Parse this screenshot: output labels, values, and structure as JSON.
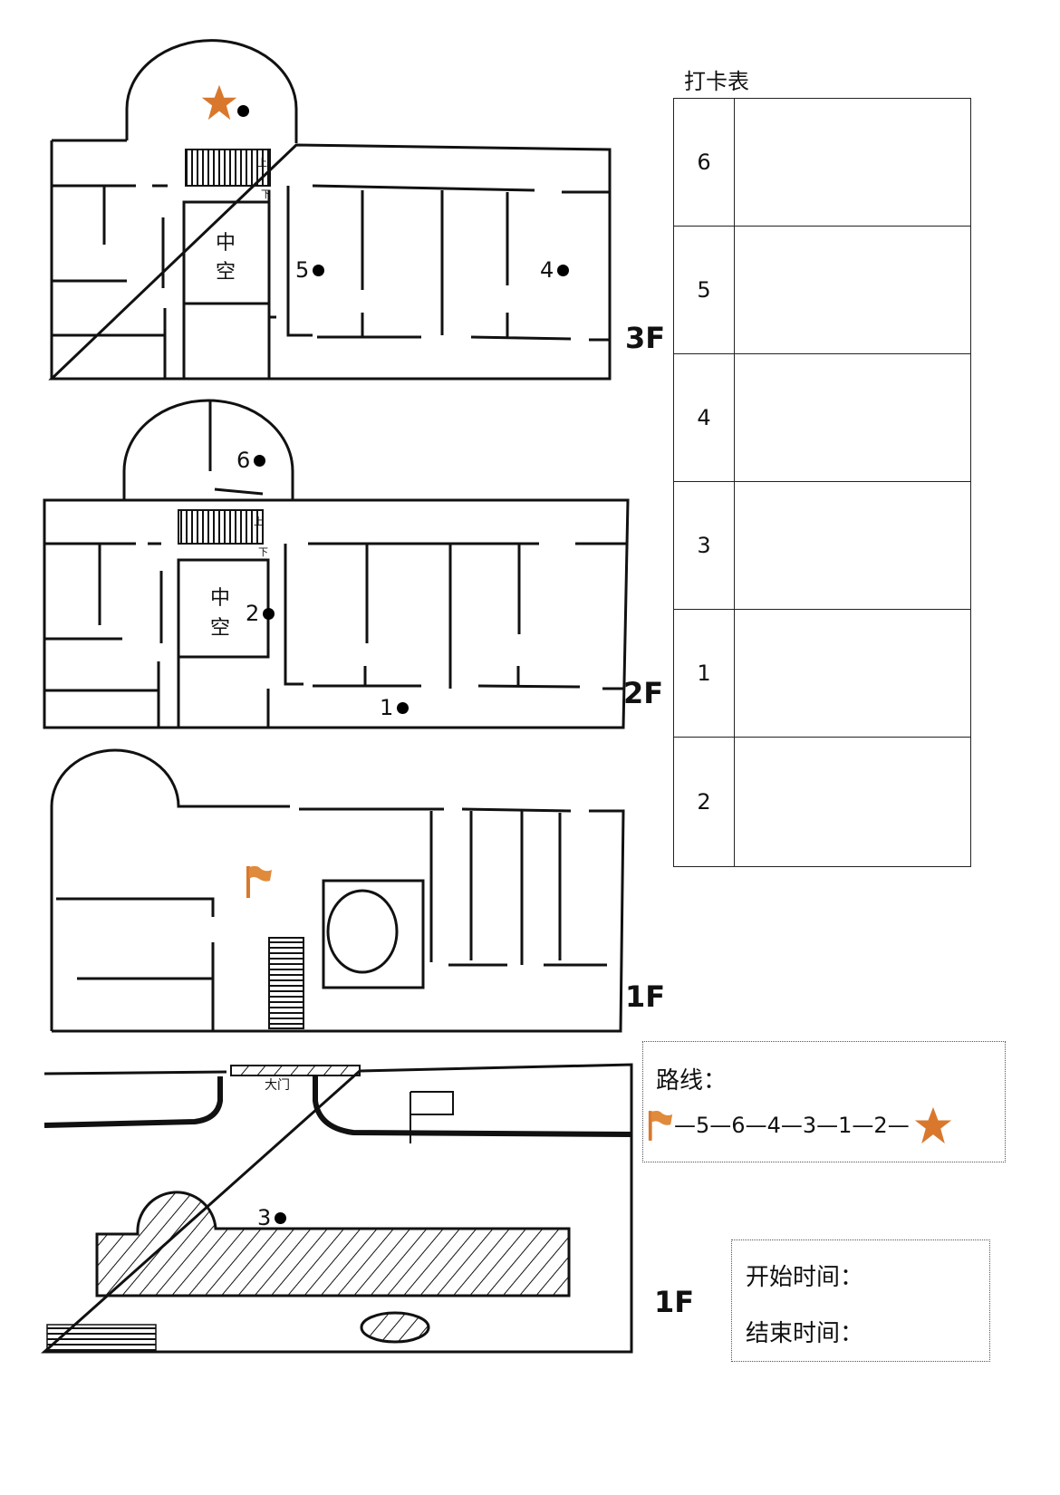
{
  "checkin_table": {
    "title": "打卡表",
    "rows": [
      "6",
      "5",
      "4",
      "3",
      "1",
      "2"
    ]
  },
  "floors": {
    "third": "3F",
    "second": "2F",
    "first": "1F",
    "ground": "1F"
  },
  "map_labels": {
    "zhong": "中",
    "kong": "空",
    "up": "上",
    "down": "下",
    "main_gate": "大门"
  },
  "checkpoints": {
    "p5": "5",
    "p4": "4",
    "p6": "6",
    "p2": "2",
    "p1": "1",
    "p3": "3"
  },
  "route": {
    "label": "路线：",
    "sequence": [
      "5",
      "6",
      "4",
      "3",
      "1",
      "2"
    ],
    "start_icon": "flag-icon",
    "end_icon": "star-icon"
  },
  "times": {
    "start_label": "开始时间：",
    "end_label": "结束时间："
  },
  "colors": {
    "accent": "#D9782D"
  }
}
